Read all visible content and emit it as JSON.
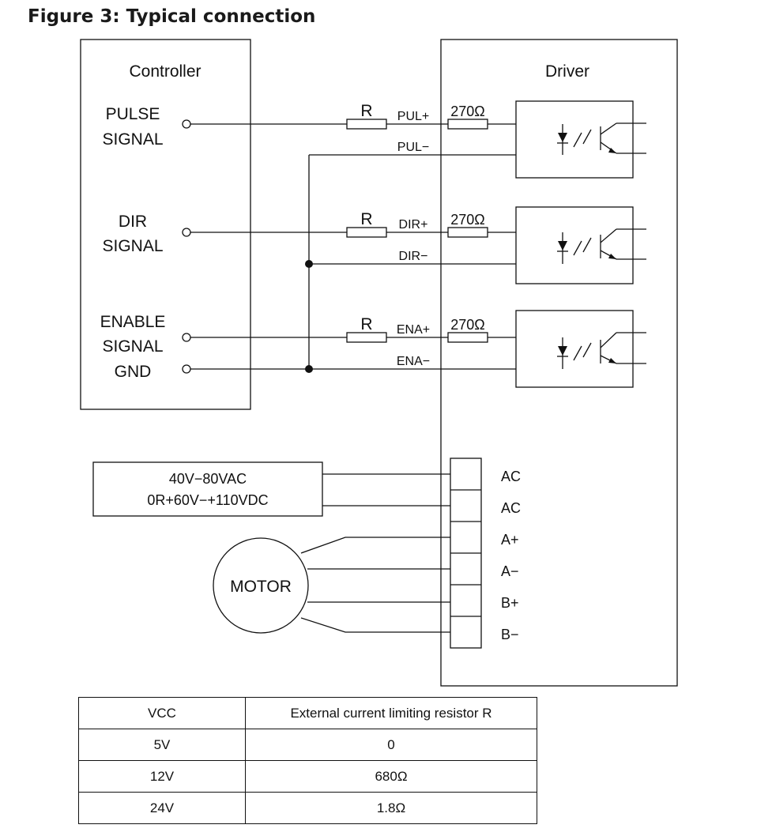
{
  "title": "Figure 3: Typical connection",
  "controller": {
    "label": "Controller",
    "pulse_line1": "PULSE",
    "pulse_line2": "SIGNAL",
    "dir_line1": "DIR",
    "dir_line2": "SIGNAL",
    "enable_line1": "ENABLE",
    "enable_line2": "SIGNAL",
    "gnd": "GND"
  },
  "driver": {
    "label": "Driver",
    "resistor_label": "R",
    "internal_resistor": "270Ω",
    "pul_plus": "PUL+",
    "pul_minus": "PUL−",
    "dir_plus": "DIR+",
    "dir_minus": "DIR−",
    "ena_plus": "ENA+",
    "ena_minus": "ENA−",
    "terminals": [
      "AC",
      "AC",
      "A+",
      "A−",
      "B+",
      "B−"
    ]
  },
  "power": {
    "line1": "40V−80VAC",
    "line2": "0R+60V−+110VDC"
  },
  "motor": {
    "label": "MOTOR"
  },
  "table": {
    "headers": [
      "VCC",
      "External current limiting resistor R"
    ],
    "rows": [
      [
        "5V",
        "0"
      ],
      [
        "12V",
        "680Ω"
      ],
      [
        "24V",
        "1.8Ω"
      ]
    ]
  }
}
